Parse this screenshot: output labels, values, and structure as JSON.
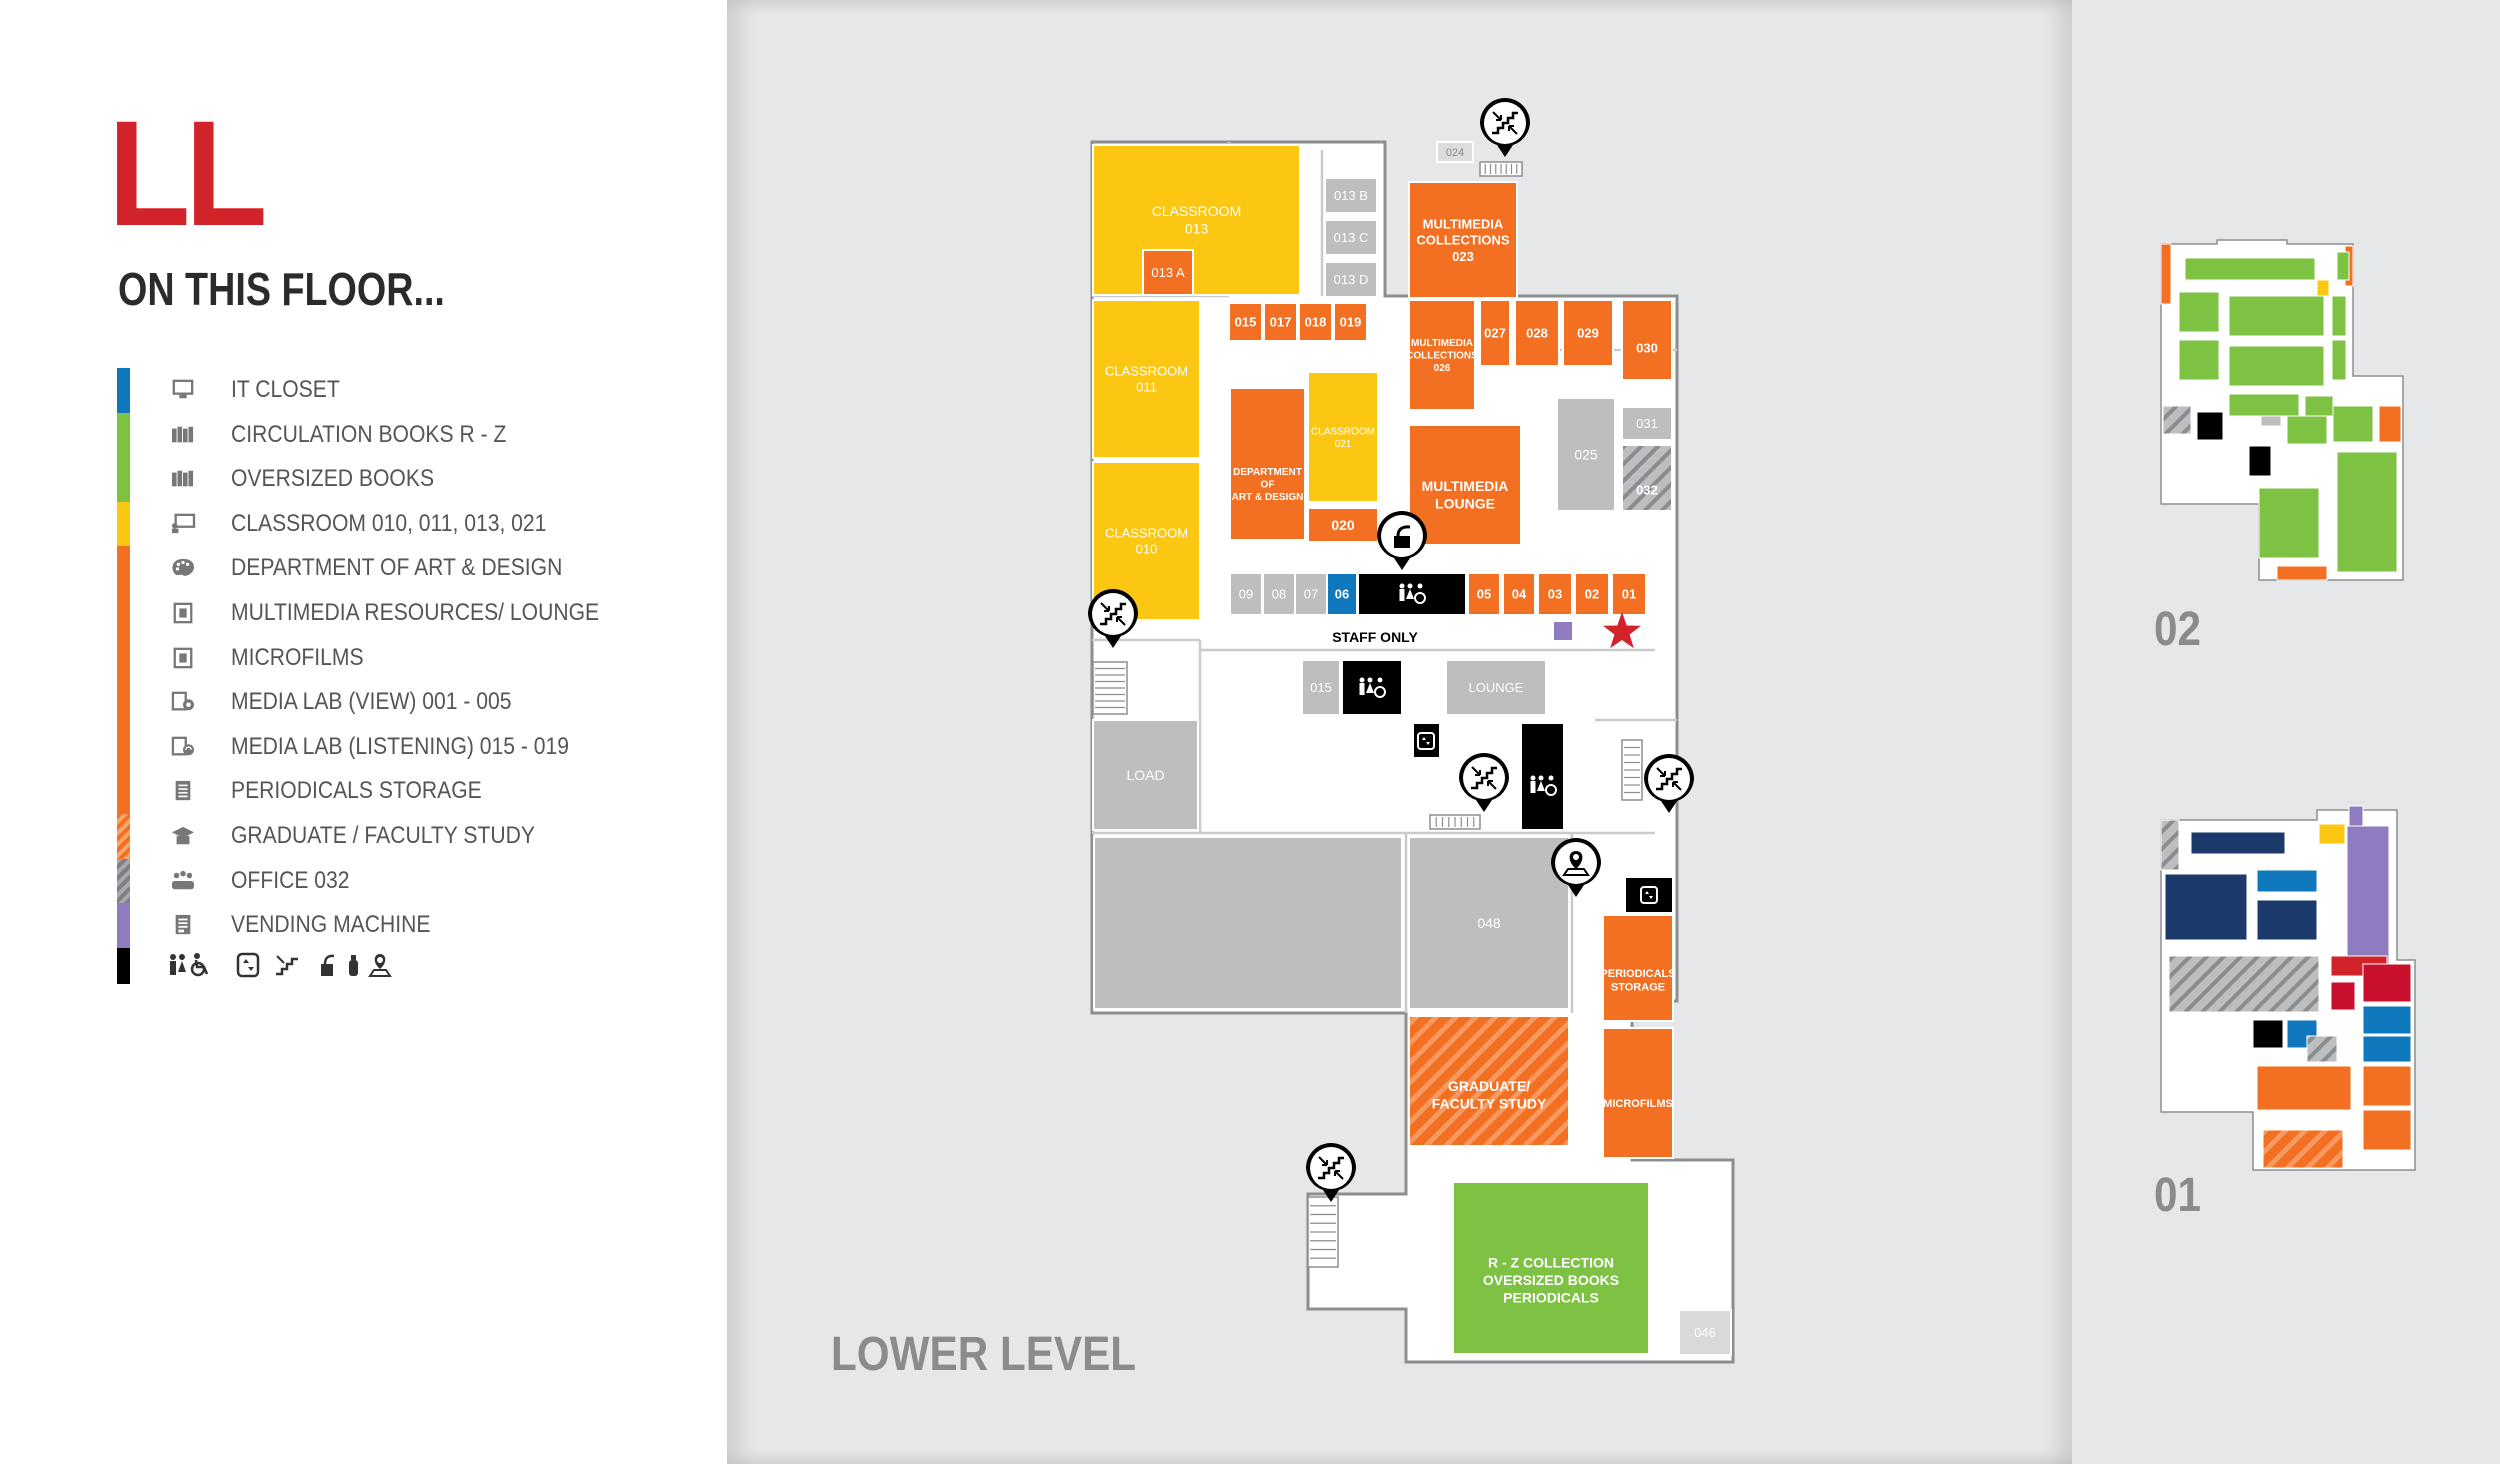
{
  "sidebar": {
    "floor_code": "LL",
    "heading": "ON THIS FLOOR...",
    "legend": [
      {
        "label": "IT CLOSET",
        "color": "#0f78bd",
        "icon": "monitor-icon"
      },
      {
        "label": "CIRCULATION BOOKS R - Z",
        "color": "#7dc242",
        "icon": "books-icon"
      },
      {
        "label": "OVERSIZED BOOKS",
        "color": "#7dc242",
        "icon": "books-icon"
      },
      {
        "label": "CLASSROOM 010, 011, 013, 021",
        "color": "#fcc712",
        "icon": "classroom-icon"
      },
      {
        "label": "DEPARTMENT OF ART & DESIGN",
        "color": "#f36f21",
        "icon": "palette-icon"
      },
      {
        "label": "MULTIMEDIA RESOURCES/ LOUNGE",
        "color": "#f36f21",
        "icon": "film-icon"
      },
      {
        "label": "MICROFILMS",
        "color": "#f36f21",
        "icon": "film-icon"
      },
      {
        "label": "MEDIA LAB (VIEW) 001 - 005",
        "color": "#f36f21",
        "icon": "media-view-icon"
      },
      {
        "label": "MEDIA LAB (LISTENING) 015 - 019",
        "color": "#f36f21",
        "icon": "media-listen-icon"
      },
      {
        "label": "PERIODICALS STORAGE",
        "color": "#f36f21",
        "icon": "periodicals-icon"
      },
      {
        "label": "GRADUATE / FACULTY STUDY",
        "color": "#f36f21",
        "icon": "graduate-cap-icon"
      },
      {
        "label": "OFFICE 032",
        "color": "#a7a9ac",
        "icon": "people-icon"
      },
      {
        "label": "VENDING MACHINE",
        "color": "#8f7bbf",
        "icon": "vending-icon"
      }
    ],
    "amenities": {
      "color": "#000000",
      "icons": [
        "restroom-icon",
        "accessible-icon",
        "elevator-icon",
        "stairs-icon",
        "water-fountain-icon",
        "fire-extinguisher-icon",
        "you-are-here-icon"
      ]
    }
  },
  "map": {
    "level_name": "LOWER LEVEL",
    "staff_only": "STAFF ONLY",
    "rooms": {
      "classroom_013": [
        "CLASSROOM",
        "013"
      ],
      "classroom_011": [
        "CLASSROOM",
        "011"
      ],
      "classroom_010": [
        "CLASSROOM",
        "010"
      ],
      "classroom_021": [
        "CLASSROOM",
        "021"
      ],
      "r_013a": "013 A",
      "r_013b": "013 B",
      "r_013c": "013 C",
      "r_013d": "013 D",
      "r_024": "024",
      "multimedia_023": [
        "MULTIMEDIA",
        "COLLECTIONS",
        "023"
      ],
      "multimedia_026": [
        "MULTIMEDIA",
        "COLLECTIONS",
        "026"
      ],
      "r_015": "015",
      "r_017": "017",
      "r_018": "018",
      "r_019": "019",
      "r_027": "027",
      "r_028": "028",
      "r_029": "029",
      "r_030": "030",
      "r_031": "031",
      "r_032": "032",
      "r_025": "025",
      "art_design": [
        "DEPARTMENT",
        "OF",
        "ART & DESIGN"
      ],
      "r_020": "020",
      "multimedia_lounge": [
        "MULTIMEDIA",
        "LOUNGE"
      ],
      "r_09": "09",
      "r_08": "08",
      "r_07": "07",
      "r_06": "06",
      "r_05": "05",
      "r_04": "04",
      "r_03": "03",
      "r_02": "02",
      "r_01": "01",
      "r_015b": "015",
      "lounge": "LOUNGE",
      "load": "LOAD",
      "r_048": "048",
      "periodicals_storage": [
        "PERIODICALS",
        "STORAGE"
      ],
      "microfilms": "MICROFILMS",
      "grad_study": [
        "GRADUATE/",
        "FACULTY STUDY"
      ],
      "collection": [
        "R - Z COLLECTION",
        "OVERSIZED BOOKS",
        "PERIODICALS"
      ],
      "r_046": "046"
    }
  },
  "thumbnails": [
    {
      "label": "02"
    },
    {
      "label": "01"
    }
  ],
  "colors": {
    "red": "#d2232a",
    "orange": "#f36f21",
    "yellow": "#fcc712",
    "green": "#7dc242",
    "gray": "#bcbec0",
    "blue": "#0f78bd",
    "purple": "#8f7bbf",
    "black": "#000000",
    "navy": "#1b3a6b",
    "crimson": "#c8102e"
  }
}
